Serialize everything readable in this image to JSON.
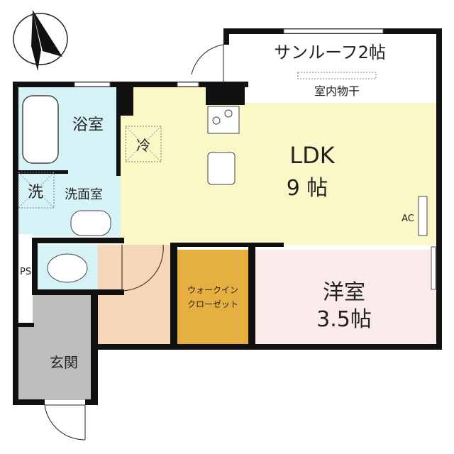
{
  "compass": {
    "direction": "north",
    "icon": "north-arrow-icon"
  },
  "rooms": {
    "sunroom": {
      "name": "サンルーフ2帖",
      "note": "室内物干"
    },
    "ldk": {
      "name": "LDK",
      "size": "9 帖",
      "ac": "AC",
      "fridge": "冷"
    },
    "bath": {
      "name": "浴室"
    },
    "washroom": {
      "name": "洗面室",
      "washer": "洗"
    },
    "ps": {
      "name": "PS"
    },
    "wic": {
      "line1": "ウォークイン",
      "line2": "クローゼット"
    },
    "western": {
      "name": "洋室",
      "size": "3.5帖"
    },
    "entrance": {
      "name": "玄関"
    }
  },
  "colors": {
    "wall": "#111111",
    "ldk": "#f9f8c6",
    "wet": "#d5f2f7",
    "hall": "#f6d6b8",
    "wic": "#e5b03f",
    "western": "#fbeaea",
    "entrance": "#bdbdbd"
  }
}
